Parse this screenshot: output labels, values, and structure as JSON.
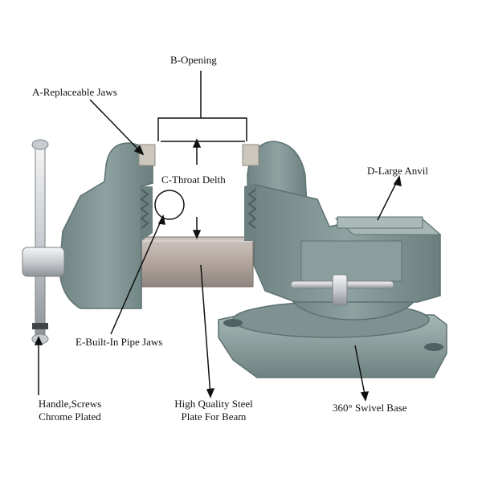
{
  "labels": {
    "opening": "B-Opening",
    "jaws": "A-Replaceable Jaws",
    "throat": "C-Throat Delth",
    "anvil": "D-Large Anvil",
    "pipe_jaws": "E-Built-In Pipe Jaws",
    "handle_line1": "Handle,Screws",
    "handle_line2": "Chrome Plated",
    "steel_line1": "High Quality Steel",
    "steel_line2": "Plate For Beam",
    "swivel": "360° Swivel Base"
  },
  "colors": {
    "body": "#7e9392",
    "body_dark": "#5f7372",
    "body_light": "#9fb1b0",
    "beam": "#b8aca6",
    "chrome": "#d6d9dc",
    "jaw_insert": "#c9c6bc",
    "annotation": "#111111"
  }
}
